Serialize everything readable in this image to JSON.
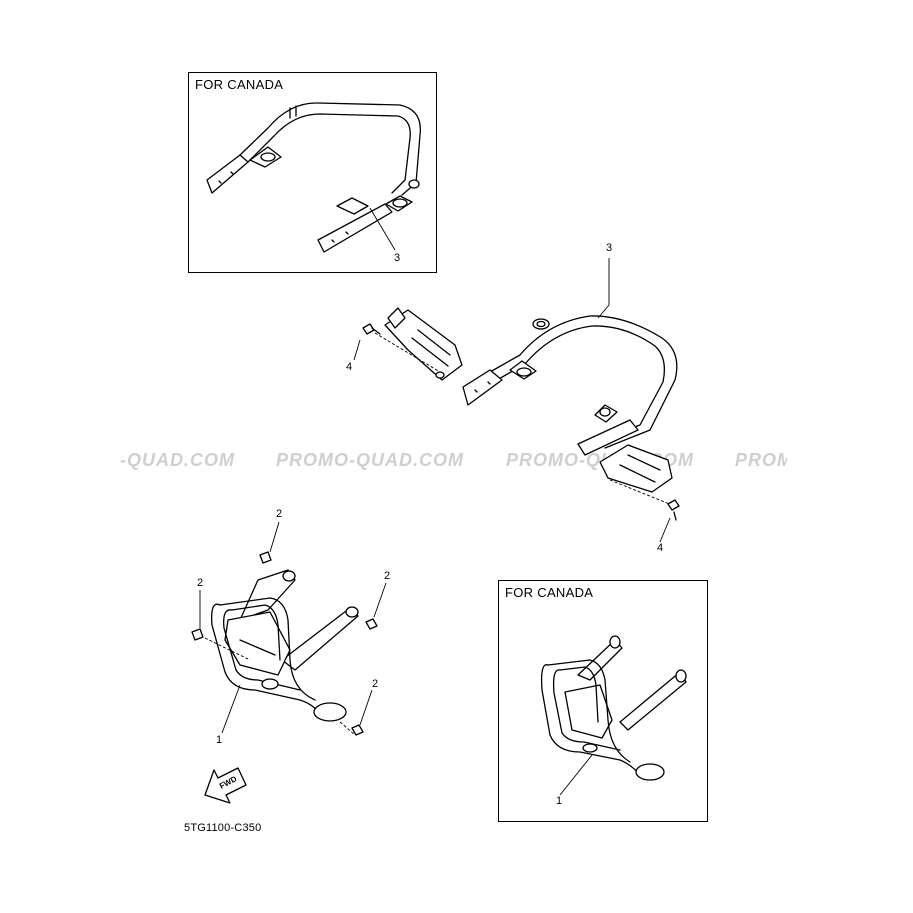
{
  "diagram": {
    "box_labels": [
      "FOR CANADA",
      "FOR CANADA"
    ],
    "callouts": {
      "c1": "1",
      "c2": "1",
      "c3": "2",
      "c4": "2",
      "c5": "2",
      "c6": "2",
      "c7": "3",
      "c8": "3",
      "c9": "4",
      "c10": "4"
    },
    "fwd_label": "FWD",
    "drawing_code": "5TG1100-C350",
    "watermarks": [
      "-QUAD.COM",
      "PROMO-QUAD.COM",
      "PROMO-QUAD.COM",
      "PROMO"
    ]
  }
}
